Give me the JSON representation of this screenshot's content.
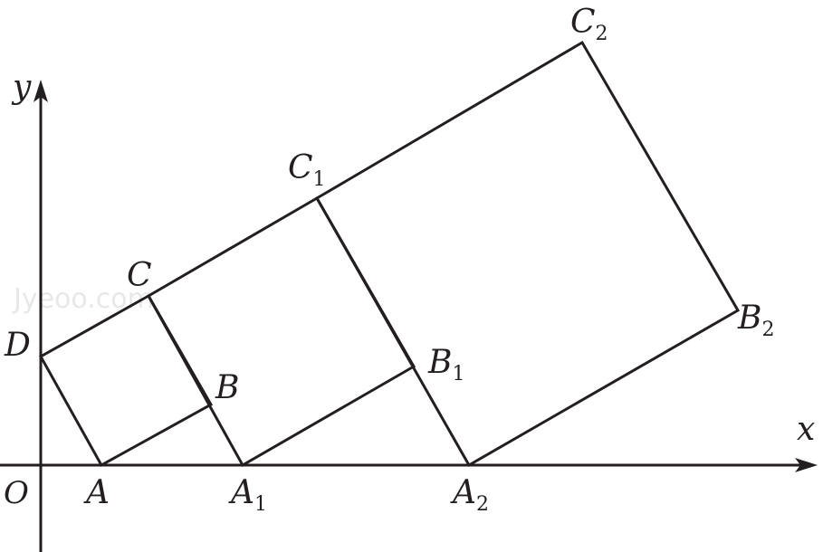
{
  "watermark": "Jyeoo.com",
  "axes": {
    "x_label": "x",
    "y_label": "y",
    "origin_label": "O"
  },
  "points": {
    "A": {
      "base": "A",
      "sub": ""
    },
    "B": {
      "base": "B",
      "sub": ""
    },
    "C": {
      "base": "C",
      "sub": ""
    },
    "D": {
      "base": "D",
      "sub": ""
    },
    "A1": {
      "base": "A",
      "sub": "1"
    },
    "B1": {
      "base": "B",
      "sub": "1"
    },
    "C1": {
      "base": "C",
      "sub": "1"
    },
    "A2": {
      "base": "A",
      "sub": "2"
    },
    "B2": {
      "base": "B",
      "sub": "2"
    },
    "C2": {
      "base": "C",
      "sub": "2"
    }
  },
  "squares": [
    [
      "A",
      "B",
      "C",
      "D"
    ],
    [
      "A1",
      "B1",
      "C1",
      "C"
    ],
    [
      "A2",
      "B2",
      "C2",
      "C1"
    ]
  ]
}
